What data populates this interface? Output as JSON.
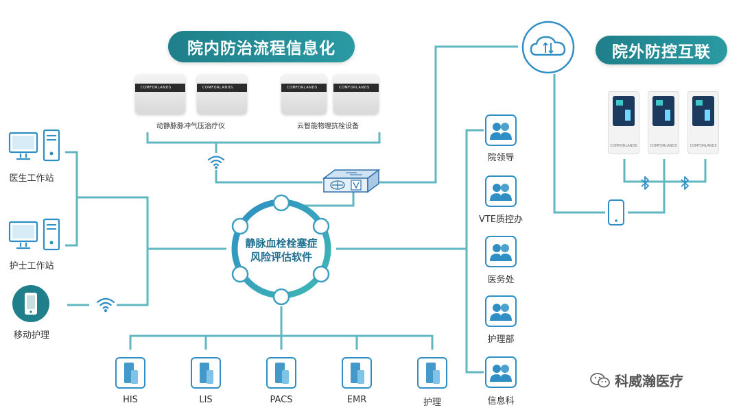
{
  "header_inside": "院内防治流程信息化",
  "header_outside": "院外防控互联",
  "devices": {
    "group1_label": "动静脉脉冲气压治疗仪",
    "group2_label": "云智能物理抗栓设备",
    "brand": "COMFORLANDS"
  },
  "hub": {
    "line1": "静脉血栓栓塞症",
    "line2": "风险评估软件"
  },
  "left_nodes": [
    {
      "label": "医生工作站",
      "icon": "desktop-computer-icon"
    },
    {
      "label": "护士工作站",
      "icon": "desktop-computer-icon"
    },
    {
      "label": "移动护理",
      "icon": "smartphone-icon"
    }
  ],
  "bottom_nodes": [
    {
      "label": "HIS",
      "icon": "server-icon"
    },
    {
      "label": "LIS",
      "icon": "server-icon"
    },
    {
      "label": "PACS",
      "icon": "server-icon"
    },
    {
      "label": "EMR",
      "icon": "server-icon"
    },
    {
      "label": "护理",
      "icon": "server-icon"
    }
  ],
  "right_nodes": [
    {
      "label": "院领导",
      "icon": "users-icon"
    },
    {
      "label": "VTE质控办",
      "icon": "users-icon"
    },
    {
      "label": "医务处",
      "icon": "users-icon"
    },
    {
      "label": "护理部",
      "icon": "users-icon"
    },
    {
      "label": "信息科",
      "icon": "users-icon"
    }
  ],
  "watermark": "科威瀚医疗",
  "colors": {
    "teal": "#2a9aa3",
    "line": "#5fb7c0",
    "icon_blue": "#2f8fc4",
    "pill": "#1f7f8a"
  }
}
